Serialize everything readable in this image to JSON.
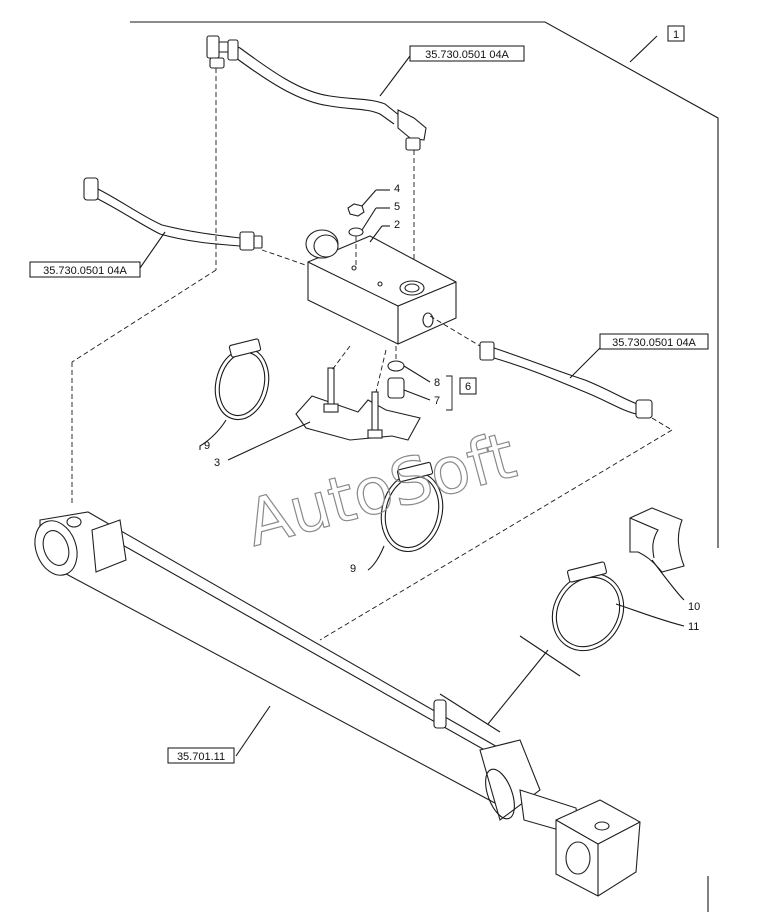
{
  "refs": {
    "tube_top": "35.730.0501 04A",
    "tube_left": "35.730.0501 04A",
    "tube_right": "35.730.0501 04A",
    "cylinder": "35.701.11"
  },
  "boxes": {
    "group_1": "1",
    "group_6": "6"
  },
  "callouts": {
    "c2": "2",
    "c3": "3",
    "c4": "4",
    "c5": "5",
    "c7": "7",
    "c8": "8",
    "c9a": "9",
    "c9b": "9",
    "c10": "10",
    "c11": "11"
  },
  "watermark": "AutoSoft"
}
